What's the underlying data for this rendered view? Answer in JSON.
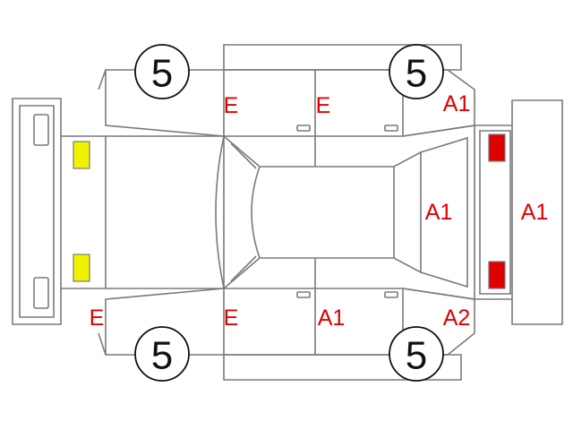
{
  "diagram": {
    "colors": {
      "outline": "#7a7a7a",
      "damage_text": "#e00000",
      "yellow_marker": "#f2f200",
      "red_marker": "#e00000",
      "wheel_text": "#111111"
    },
    "tires": {
      "front_left": "5",
      "front_right": "5",
      "rear_left": "5",
      "rear_right": "5"
    },
    "damage_codes": {
      "top_front_door": "E",
      "top_rear_door": "E",
      "top_rear_fender": "A1",
      "trunk_lid": "A1",
      "rear_bumper": "A1",
      "bottom_front_bumper": "E",
      "bottom_front_door": "E",
      "bottom_rear_door": "A1",
      "bottom_rear_fender": "A2"
    },
    "markers": {
      "front_lamps": "yellow",
      "rear_lamps": "red"
    }
  }
}
